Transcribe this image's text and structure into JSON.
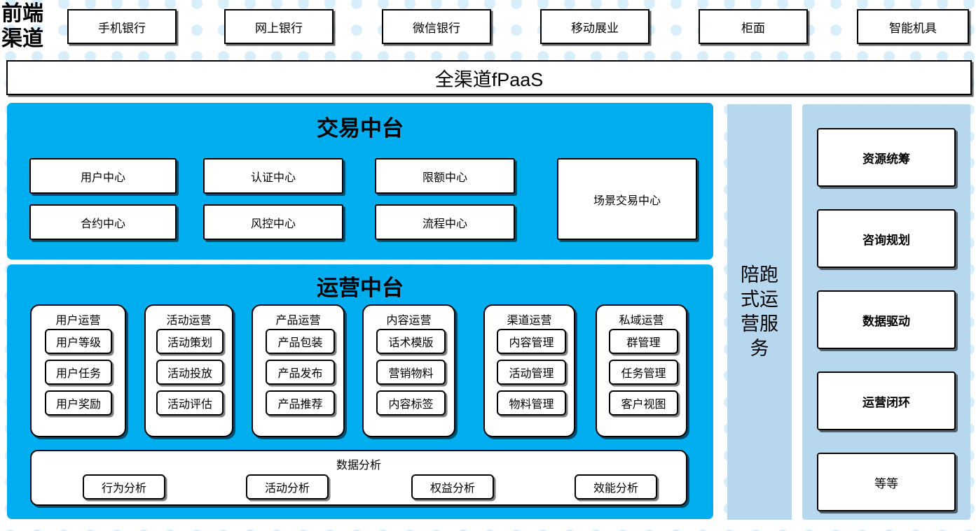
{
  "colors": {
    "cyan_panel": "#00AEEF",
    "light_blue_panel": "#b6d7ee",
    "dot_pattern": "#d8eefb",
    "box_border": "#000000",
    "box_fill": "#ffffff"
  },
  "front_channel": {
    "label_line1": "前端",
    "label_line2": "渠道",
    "channels": [
      {
        "label": "手机银行"
      },
      {
        "label": "网上银行"
      },
      {
        "label": "微信银行"
      },
      {
        "label": "移动展业"
      },
      {
        "label": "柜面"
      },
      {
        "label": "智能机具"
      }
    ]
  },
  "fpaas": {
    "label": "全渠道fPaaS"
  },
  "trade_center": {
    "title": "交易中台",
    "boxes": [
      {
        "label": "用户中心"
      },
      {
        "label": "认证中心"
      },
      {
        "label": "限额中心"
      },
      {
        "label": "合约中心"
      },
      {
        "label": "风控中心"
      },
      {
        "label": "流程中心"
      },
      {
        "label": "场景交易中心"
      }
    ]
  },
  "operation_center": {
    "title": "运营中台",
    "groups": [
      {
        "title": "用户运营",
        "items": [
          "用户等级",
          "用户任务",
          "用户奖励"
        ]
      },
      {
        "title": "活动运营",
        "items": [
          "活动策划",
          "活动投放",
          "活动评估"
        ]
      },
      {
        "title": "产品运营",
        "items": [
          "产品包装",
          "产品发布",
          "产品推荐"
        ]
      },
      {
        "title": "内容运营",
        "items": [
          "话术模版",
          "营销物料",
          "内容标签"
        ]
      },
      {
        "title": "渠道运营",
        "items": [
          "内容管理",
          "活动管理",
          "物料管理"
        ]
      },
      {
        "title": "私域运营",
        "items": [
          "群管理",
          "任务管理",
          "客户视图"
        ]
      }
    ],
    "analysis": {
      "title": "数据分析",
      "items": [
        "行为分析",
        "活动分析",
        "权益分析",
        "效能分析"
      ]
    }
  },
  "service_column": {
    "label_lines": [
      "陪跑",
      "式运",
      "营服",
      "务"
    ]
  },
  "capability_column": {
    "boxes": [
      {
        "label": "资源统筹",
        "bold": true
      },
      {
        "label": "咨询规划",
        "bold": true
      },
      {
        "label": "数据驱动",
        "bold": true
      },
      {
        "label": "运营闭环",
        "bold": true
      },
      {
        "label": "等等",
        "bold": false
      }
    ]
  }
}
